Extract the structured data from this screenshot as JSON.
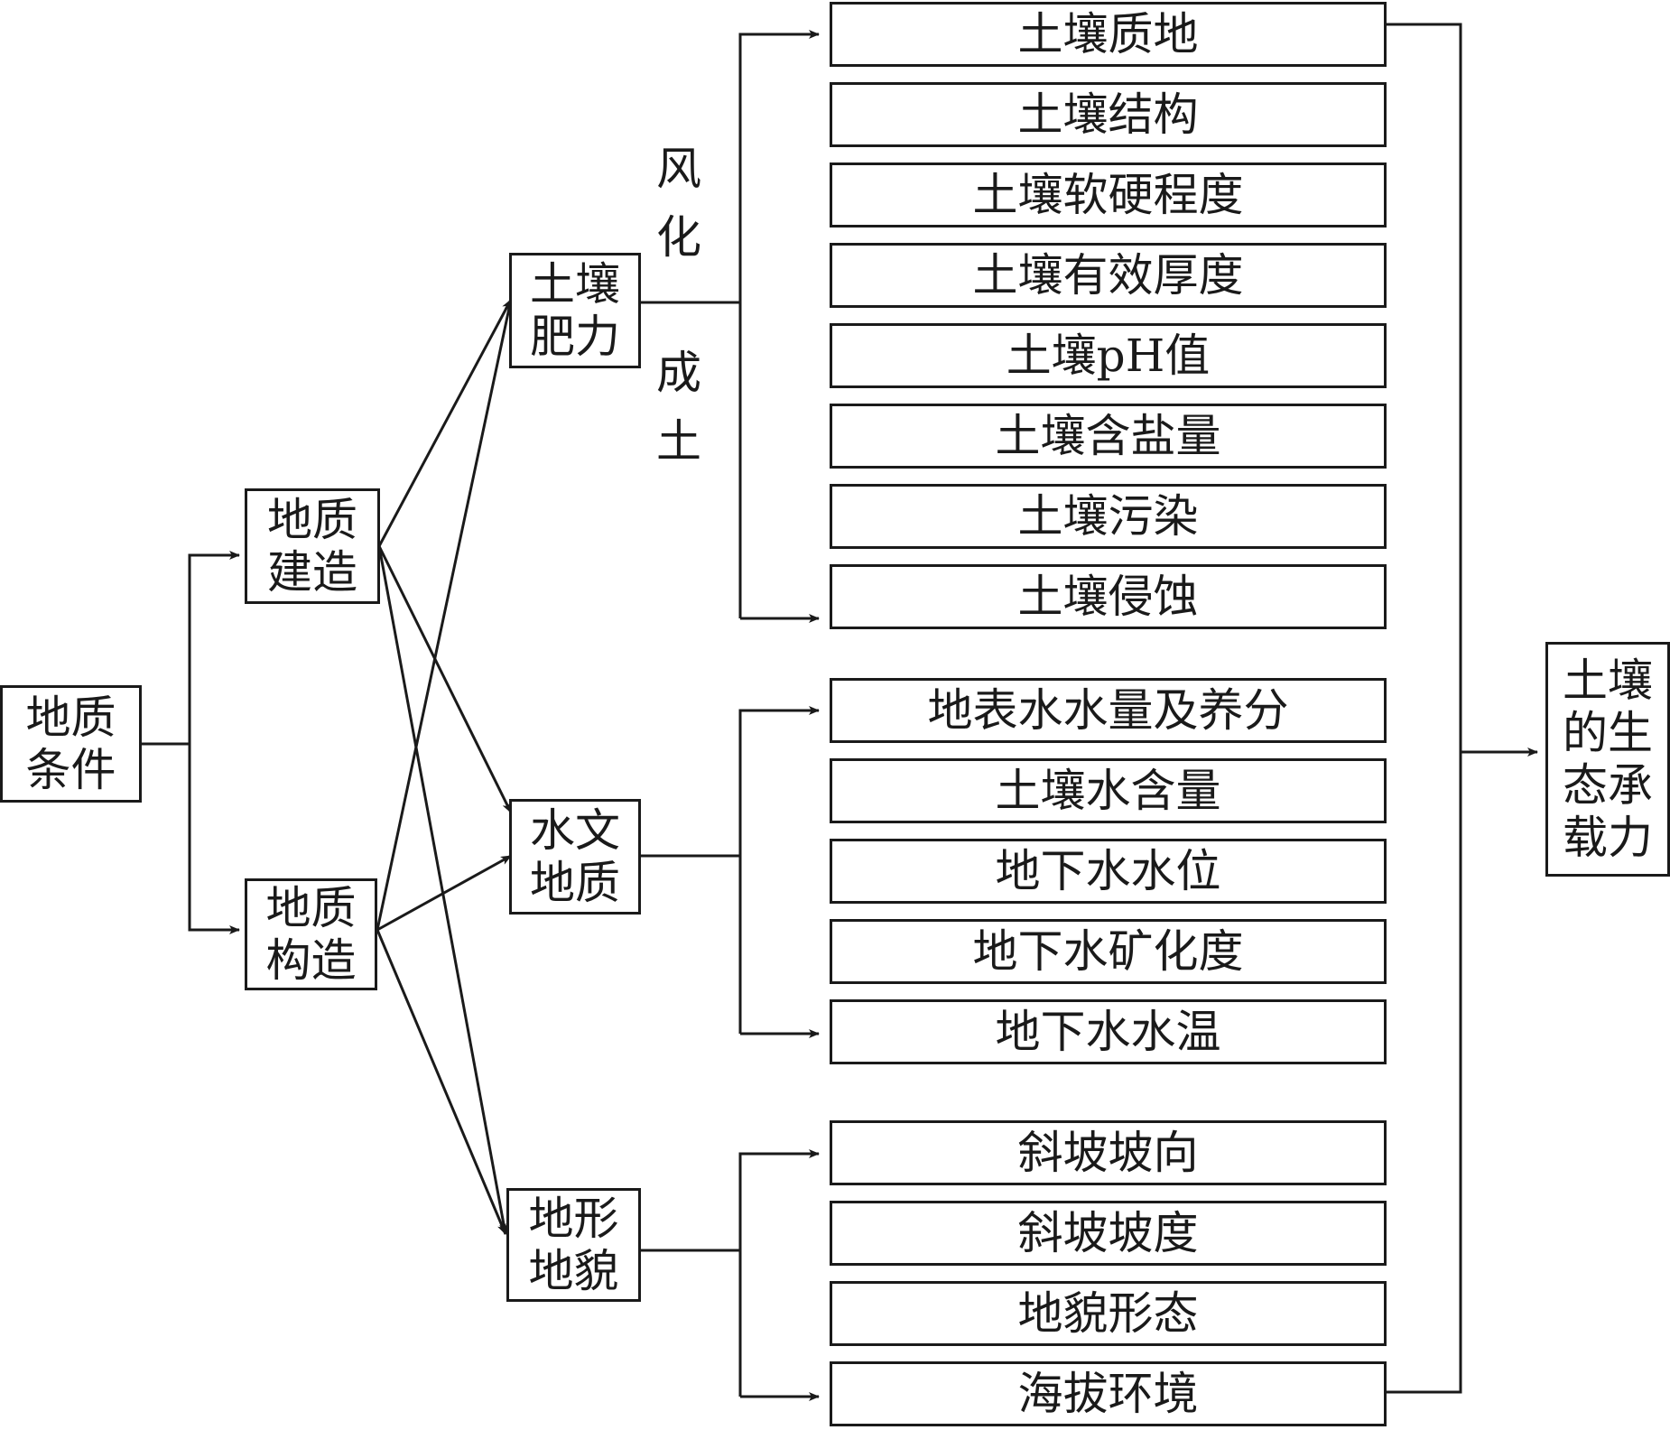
{
  "nodes": {
    "geo_conditions": [
      "地质",
      "条件"
    ],
    "geo_formation": [
      "地质",
      "建造"
    ],
    "geo_structure": [
      "地质",
      "构造"
    ],
    "soil_fertility": [
      "土壤",
      "肥力"
    ],
    "hydrogeology": [
      "水文",
      "地质"
    ],
    "landform": [
      "地形",
      "地貌"
    ],
    "carrying_capacity": [
      "土壤",
      "的生",
      "态承",
      "载力"
    ]
  },
  "process_label": {
    "weathering": [
      "风",
      "化"
    ],
    "soil_forming": [
      "成",
      "土"
    ]
  },
  "groups": {
    "soil": [
      "土壤质地",
      "土壤结构",
      "土壤软硬程度",
      "土壤有效厚度",
      "土壤pH值",
      "土壤含盐量",
      "土壤污染",
      "土壤侵蚀"
    ],
    "water": [
      "地表水水量及养分",
      "土壤水含量",
      "地下水水位",
      "地下水矿化度",
      "地下水水温"
    ],
    "terrain": [
      "斜坡坡向",
      "斜坡坡度",
      "地貌形态",
      "海拔环境"
    ]
  }
}
